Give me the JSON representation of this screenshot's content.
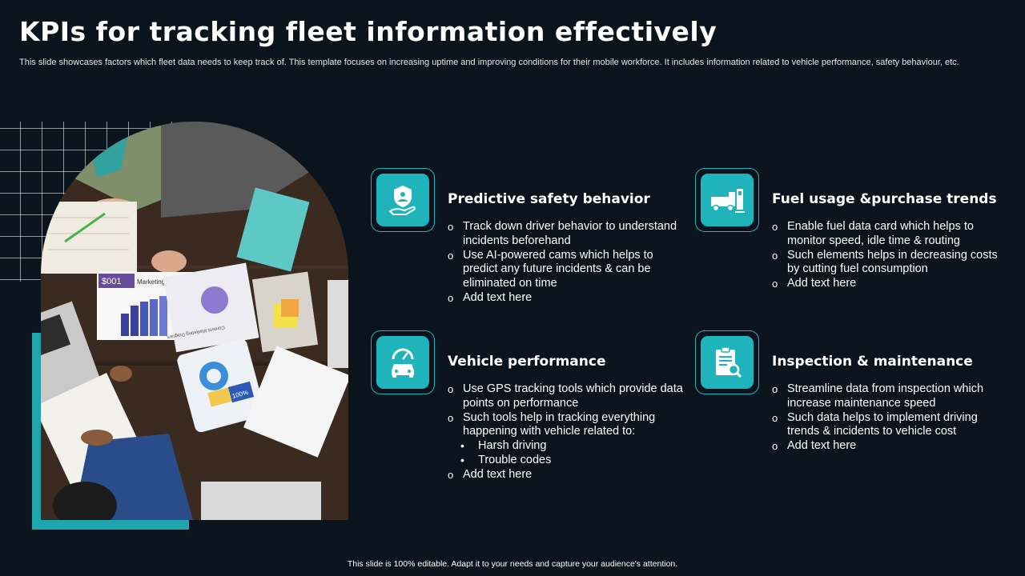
{
  "title": "KPIs for tracking fleet information effectively",
  "subtitle": "This slide showcases factors which fleet data needs to keep track of. This template focuses on increasing uptime and improving conditions for their mobile workforce. It includes information related to vehicle performance, safety behaviour, etc.",
  "colors": {
    "background": "#0b141c",
    "accent": "#1fb3bb",
    "block": "#1fa5ad"
  },
  "photo": {
    "paper_title": "Marketing Bu",
    "bar_label": "$001",
    "tablet_label": "100%",
    "paper_caption": "Content Marketing Diagram"
  },
  "kpis": [
    {
      "icon": "safety-shield-hand-icon",
      "title": "Predictive safety behavior",
      "items": [
        "Track down driver behavior to understand incidents beforehand",
        "Use AI-powered  cams which helps to predict any future incidents & can be eliminated on time",
        "Add text here"
      ]
    },
    {
      "icon": "fuel-truck-icon",
      "title": "Fuel usage &purchase trends",
      "items": [
        "Enable fuel data card which helps to monitor speed, idle time & routing",
        "Such elements helps in decreasing costs by cutting fuel consumption",
        "Add text here"
      ]
    },
    {
      "icon": "car-speedometer-icon",
      "title": "Vehicle performance",
      "items": [
        "Use GPS tracking tools which provide data points on performance",
        "Such tools help in tracking everything happening with vehicle related to:",
        "Add text here"
      ],
      "sub_items": [
        "Harsh driving",
        "Trouble codes"
      ]
    },
    {
      "icon": "inspection-clipboard-icon",
      "title": "Inspection & maintenance",
      "items": [
        "Streamline data from inspection which increase maintenance speed",
        "Such data helps to implement driving trends & incidents to vehicle cost",
        "Add text here"
      ]
    }
  ],
  "footer": "This slide is 100% editable.  Adapt it to your needs and capture your audience's attention."
}
